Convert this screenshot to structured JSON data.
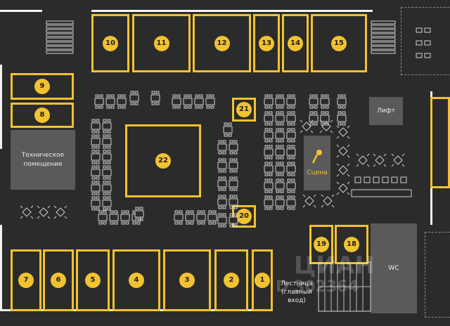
{
  "stalls": [
    {
      "number": "1"
    },
    {
      "number": "2"
    },
    {
      "number": "3"
    },
    {
      "number": "4"
    },
    {
      "number": "5"
    },
    {
      "number": "6"
    },
    {
      "number": "7"
    },
    {
      "number": "8"
    },
    {
      "number": "9"
    },
    {
      "number": "10"
    },
    {
      "number": "11"
    },
    {
      "number": "12"
    },
    {
      "number": "13"
    },
    {
      "number": "14"
    },
    {
      "number": "15"
    },
    {
      "number": "18"
    },
    {
      "number": "19"
    },
    {
      "number": "20"
    },
    {
      "number": "21"
    },
    {
      "number": "22"
    }
  ],
  "zones": {
    "tech_room": "Техническое помещение",
    "stage": "Сцена",
    "lift": "Лифт",
    "wc": "WC",
    "stairs": "Лестница (главный вход)"
  },
  "watermark": {
    "brand": "ЦИАН",
    "id": "D 302364"
  },
  "colors": {
    "background": "#2b2b2b",
    "stall_outline": "#f2c230",
    "zone_fill": "#5a5a5a",
    "text": "#eaeaea"
  },
  "icons": [
    "microphone-icon",
    "stairs-icon",
    "table-icon"
  ]
}
